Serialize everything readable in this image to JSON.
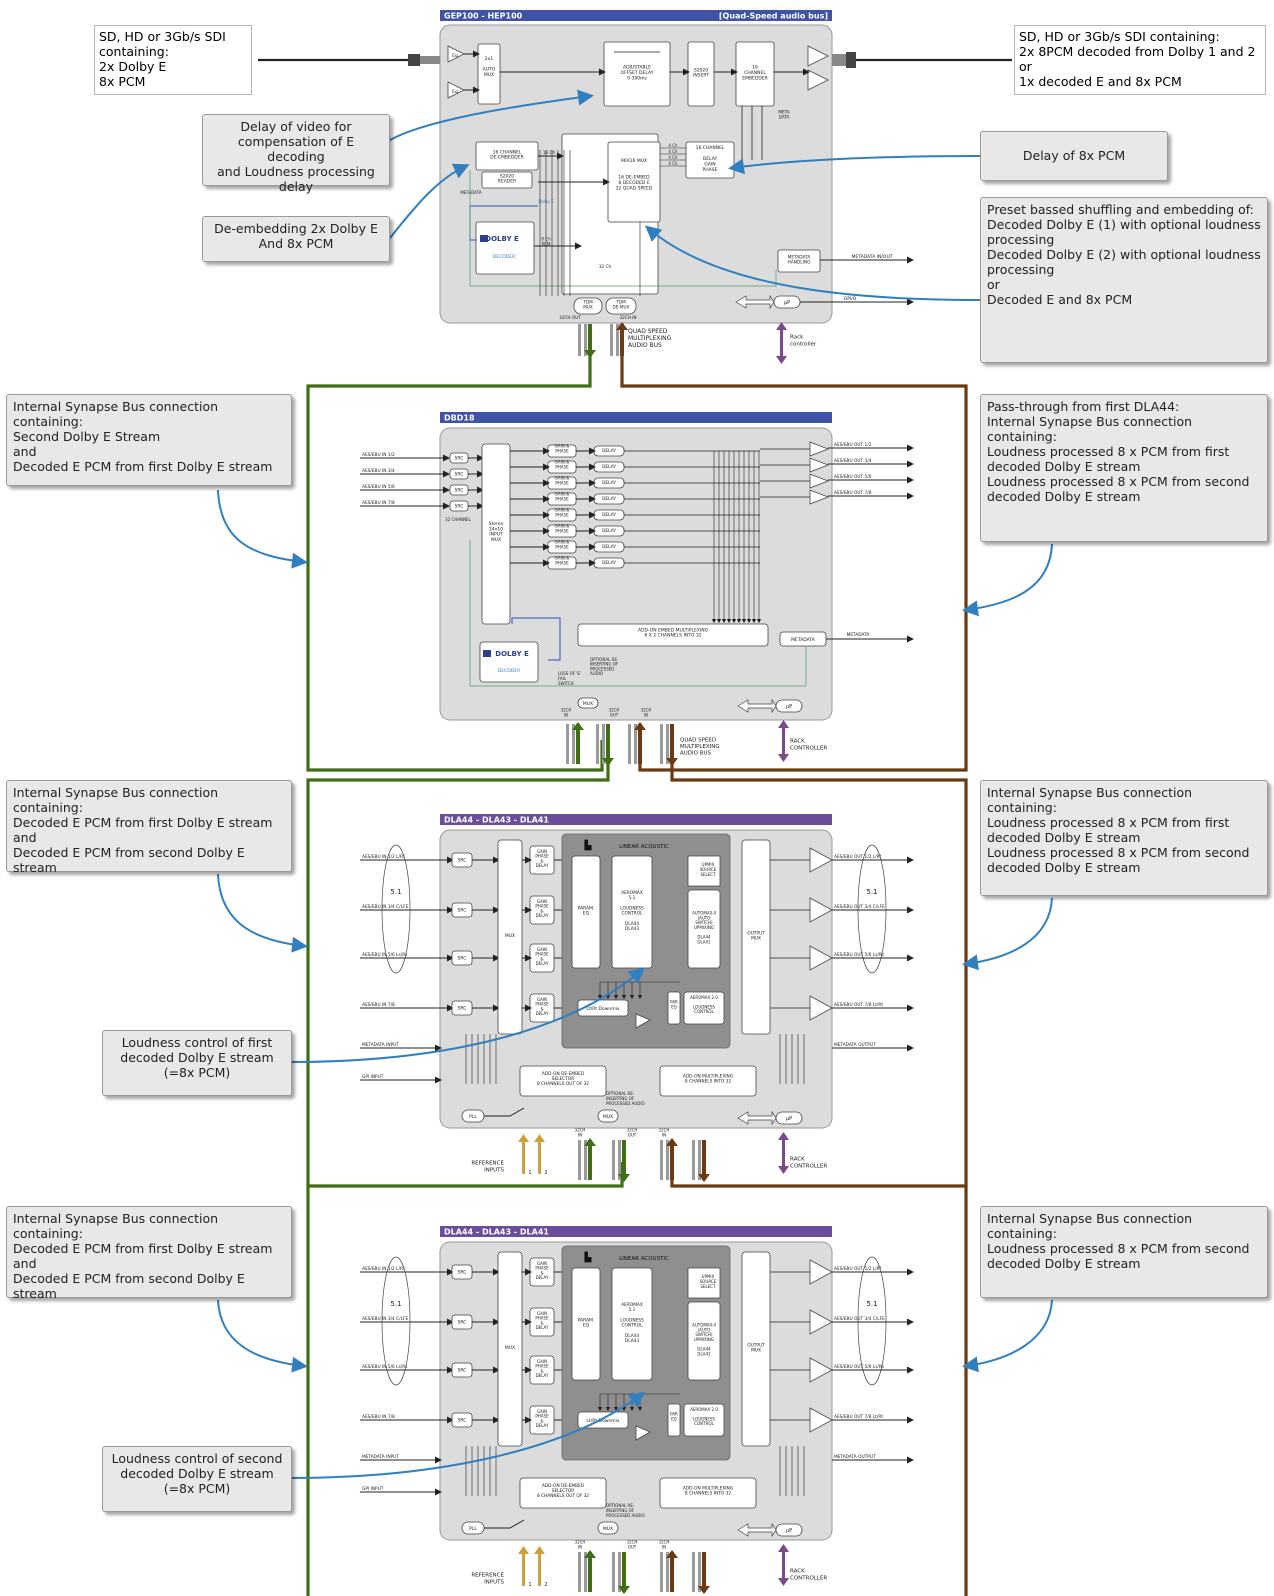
{
  "colors": {
    "green": "#3f6e14",
    "brown": "#6b3a12",
    "blue": "#2f7fc1",
    "purple": "#7b4a8c",
    "gold": "#c9a23a",
    "header_blue": "#3e53a6",
    "header_purple": "#6b4d9c"
  },
  "sdi_in": "SD, HD or 3Gb/s SDI\ncontaining:\n2x Dolby E\n8x PCM",
  "sdi_out": "SD, HD or 3Gb/s SDI containing:\n2x 8PCM decoded from Dolby 1 and 2\nor\n1x decoded E and 8x PCM",
  "callouts": {
    "delay_video": "Delay of video for\ncompensation of E decoding\nand Loudness processing\ndelay",
    "deembed": "De-embedding 2x Dolby E\nAnd 8x PCM",
    "delay_pcm": "Delay of 8x PCM",
    "preset": "Preset bassed shuffling and embedding of:\nDecoded Dolby E (1) with optional loudness processing\nDecoded Dolby E (2) with optional loudness processing\nor\nDecoded E and 8x PCM",
    "isb1": "Internal Synapse Bus connection\ncontaining:\nSecond Dolby E Stream\nand\nDecoded E PCM from first Dolby E stream",
    "pass": "Pass-through from first DLA44:\nInternal Synapse Bus connection\ncontaining:\nLoudness processed 8 x PCM from first decoded Dolby E stream\nLoudness processed 8 x PCM from second decoded Dolby E stream",
    "isb2": "Internal Synapse Bus connection\ncontaining:\nDecoded E PCM from first Dolby E stream\nand\nDecoded E PCM from second Dolby E\nstream",
    "isb2r": "Internal Synapse Bus connection\ncontaining:\nLoudness processed 8 x PCM from first decoded Dolby E stream\nLoudness processed 8 x PCM from second decoded Dolby E stream",
    "loud1": "Loudness control of first\ndecoded Dolby E stream\n(=8x PCM)",
    "isb3": "Internal Synapse Bus connection\ncontaining:\nDecoded E PCM from first Dolby E stream\nand\nDecoded E PCM from second Dolby E\nstream",
    "isb3r": "Internal Synapse Bus connection\ncontaining:\nLoudness processed 8 x PCM from second\ndecoded Dolby E stream",
    "loud2": "Loudness control of second\ndecoded Dolby E stream\n(=8x PCM)"
  },
  "modules": {
    "gep": {
      "title": "GEP100 - HEP100",
      "subtitle": "[Quad-Speed audio bus]"
    },
    "dbd": {
      "title": "DBD18"
    },
    "dla1": {
      "title": "DLA44 - DLA43 - DLA41"
    },
    "dla2": {
      "title": "DLA44 - DLA43 - DLA41"
    }
  },
  "gep_labels": {
    "eq": "Eq",
    "auto_mux": "2x1\n\nAUTO\nMUX",
    "offset": "ADJUSTABLE\nOFFSET DELAY\n0-300ms",
    "insert": "S2020\nINSERT",
    "embedder": "16\nCHANNEL\nEMBEDDER",
    "meta_data": "META\nDATA",
    "deembedder": "16 CHANNEL\nDE-EMBEDDER",
    "reader": "S2020\nREADER",
    "metadata": "METADATA",
    "mux": "96X16 MUX",
    "deembed2": "16 DE-EMBED\n8 DECODED E\n32 QUAD SPEED",
    "delay_gain": "16 CHANNEL\n\nDELAY\nGAIN\nPHASE",
    "dolby": "DOLBY E",
    "decoder": "DECODER",
    "ch16": "16 Ch",
    "ch8": "8 Ch\nPCM",
    "ch32": "32 Ch",
    "ch4": "4 Ch",
    "dolby_e": "Dolby E",
    "meta_handling": "METADATA\nHANDLING",
    "meta_inout": "METADATA IN/OUT",
    "gpio": "GPI/O",
    "up": "µP",
    "tdm_mux": "TDM\nMUX",
    "tdm_demux": "TDM\nDE-MUX",
    "out32": "32CH OUT",
    "in32": "32CH IN",
    "quad_bus": "QUAD SPEED\nMULTIPLEXING\nAUDIO BUS",
    "rack": "Rack\ncontroller"
  },
  "dbd_labels": {
    "in": [
      "AES/EBU IN 1/2",
      "AES/EBU IN 3/4",
      "AES/EBU IN 5/6",
      "AES/EBU IN 7/8"
    ],
    "out": [
      "AES/EBU OUT 1/2",
      "AES/EBU OUT 3/4",
      "AES/EBU OUT 5/6",
      "AES/EBU OUT 7/8"
    ],
    "src": "SRC",
    "channel32": "32 CHANNEL",
    "stereo_mux": "Stereo\n24x10\nINPUT\nMUX",
    "gain": "GAIN &\nPHASE",
    "delay": "DELAY",
    "addon": "ADD-ON EMBED MULTIPLEXING\n8 X 2 CHANNELS INTO 32",
    "metadata": "METADATA",
    "metadata_out": "METADATA",
    "dolby": "DOLBY E",
    "decoder": "DECODER",
    "loss": "LOSS OF 'E'\nFAIL\nSWITCH",
    "optional": "OPTIONAL RE-\nINSERTING OF\nPROCESSED\nAUDIO",
    "mux": "MUX",
    "in32": "32CH\nIN",
    "out32": "32CH\nOUT",
    "in32b": "32CH\nIN",
    "up": "µP",
    "quad_bus": "QUAD SPEED\nMULTIPLEXING\nAUDIO BUS",
    "rack": "RACK\nCONTROLLER"
  },
  "dla_labels": {
    "in": [
      "AES/EBU IN 1/2 L/Rf",
      "AES/EBU IN 3/4 C/LFE",
      "AES/EBU IN 5/6 Ls/Rs",
      "AES/EBU IN 7/8"
    ],
    "out": [
      "AES/EBU OUT 1/2 L/Rf",
      "AES/EBU OUT 3/4 C/LFE",
      "AES/EBU OUT 5/6 Ls/Rs",
      "AES/EBU OUT 7/8 Lt/Rt"
    ],
    "five_one": "5.1",
    "src": "SRC",
    "mux": "MUX",
    "gain": "GAIN\nPHASE\n&\nDELAY",
    "param": "PARAM.\nEQ",
    "brand": "LINEAR ACOUSTIC",
    "aeromax": "AEROMAX\n5.1\n\nLOUDNESS\nCONTROL\n\nDLA44\nDLA43",
    "upmix": "UPMIX\nSOURCE\nSELECT",
    "automax": "AUTOMAX-II\n(AUTO\nSWITCH)\nUPMIXING\n\nDLA44\nDLA41",
    "output_mux": "OUTPUT\nMUX",
    "downmix": "Lt/Rt Downmix",
    "par_eq": "PAR\nEQ",
    "aeromax20": "AEROMAX 2.0\n\nLOUDNESS\nCONTROL",
    "metadata_input": "METADATA INPUT",
    "metadata_output": "METADATA OUTPUT",
    "gpi_input": "GPI INPUT",
    "addon_de": "ADD-ON DE-EMBED\nSELECTOR\n8 CHANNELS OUT OF 32",
    "addon_mux": "ADD-ON MULTIPLEXING\n8 CHANNELS INTO 32",
    "optional": "OPTIONAL RE-\nINSERTING OF\nPROCESSED AUDIO",
    "pll": "PLL",
    "mux_small": "MUX",
    "in32": "32CH\nIN",
    "out32": "32CH\nOUT",
    "up": "µP",
    "reference": "REFERENCE\nINPUTS",
    "ref1": "1",
    "ref2": "2",
    "rack": "RACK\nCONTROLLER"
  }
}
